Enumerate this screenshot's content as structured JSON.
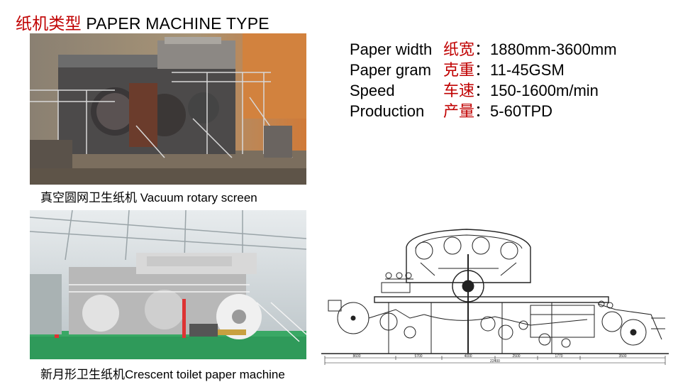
{
  "title": {
    "cn": "纸机类型",
    "en": "PAPER MACHINE TYPE"
  },
  "photos": [
    {
      "caption": "真空圆网卫生纸机 Vacuum rotary screen"
    },
    {
      "caption": "新月形卫生纸机Crescent toilet paper machine"
    }
  ],
  "specs": [
    {
      "en": "Paper width",
      "cn": "纸宽",
      "sep": "：",
      "value": "1880mm-3600mm"
    },
    {
      "en": "Paper gram",
      "cn": "克重",
      "sep": "：",
      "value": "11-45GSM"
    },
    {
      "en": "Speed",
      "cn": "车速",
      "sep": "：",
      "value": "150-1600m/min"
    },
    {
      "en": "Production",
      "cn": "产量",
      "sep": "：",
      "value": "5-60TPD"
    }
  ],
  "drawing": {
    "dimensions": [
      "8600",
      "5700",
      "4000",
      "2500",
      "1770",
      "3500",
      "22400"
    ]
  },
  "colors": {
    "accent_red": "#c00000",
    "photo1_sky": "#c9783a",
    "photo2_floor": "#2f9a5a"
  }
}
